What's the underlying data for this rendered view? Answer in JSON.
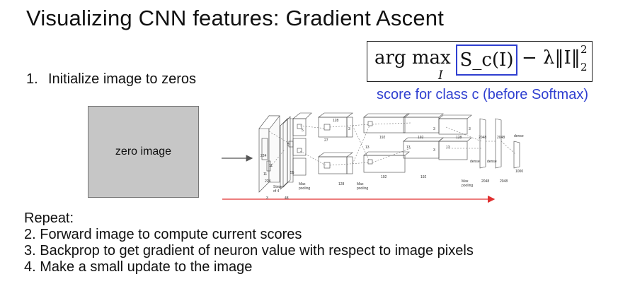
{
  "title": "Visualizing CNN features: Gradient Ascent",
  "formula": {
    "argmax": "arg max",
    "argmax_sub": "I",
    "score_term": "S_c(I)",
    "regularizer": "− λ‖I‖",
    "norm_sup": "2",
    "norm_sub": "2",
    "score_note": "score for class c (before Softmax)",
    "highlight_color": "#2f3fd0"
  },
  "step1": {
    "number": "1.",
    "text": "Initialize image to zeros"
  },
  "zero_image": {
    "label": "zero image"
  },
  "network_labels": {
    "stride": "Stride",
    "of4": "of 4",
    "pool1": "Max",
    "pool1b": "pooling",
    "pool2": "Max",
    "pool2b": "pooling",
    "pool3": "Max",
    "pool3b": "pooling",
    "dense1": "dense",
    "dense2": "dense",
    "dense3": "dense",
    "n224a": "224",
    "n224b": "224",
    "n55": "55",
    "n27": "27",
    "n13a": "13",
    "n13b": "13",
    "n13c": "13",
    "n48": "48",
    "n128a": "128",
    "n128b": "128",
    "n192a": "192",
    "n192b": "192",
    "n192c": "192",
    "n192d": "192",
    "n128c": "128",
    "n2048a": "2048",
    "n2048b": "2048",
    "n2048c": "2048",
    "n2048d": "2048",
    "n1000": "1000",
    "n3": "3",
    "n11a": "11",
    "n11b": "11",
    "n5a": "5",
    "n5b": "5",
    "n3a": "3",
    "n3b": "3",
    "n3c": "3",
    "n3d": "3"
  },
  "arrows": {
    "forward_color": "#555555",
    "backward_color": "#e03030"
  },
  "repeat": {
    "heading": "Repeat:",
    "steps": [
      "2. Forward image to compute current scores",
      "3. Backprop to get gradient of neuron value with respect to image pixels",
      "4. Make a small update to the image"
    ]
  }
}
